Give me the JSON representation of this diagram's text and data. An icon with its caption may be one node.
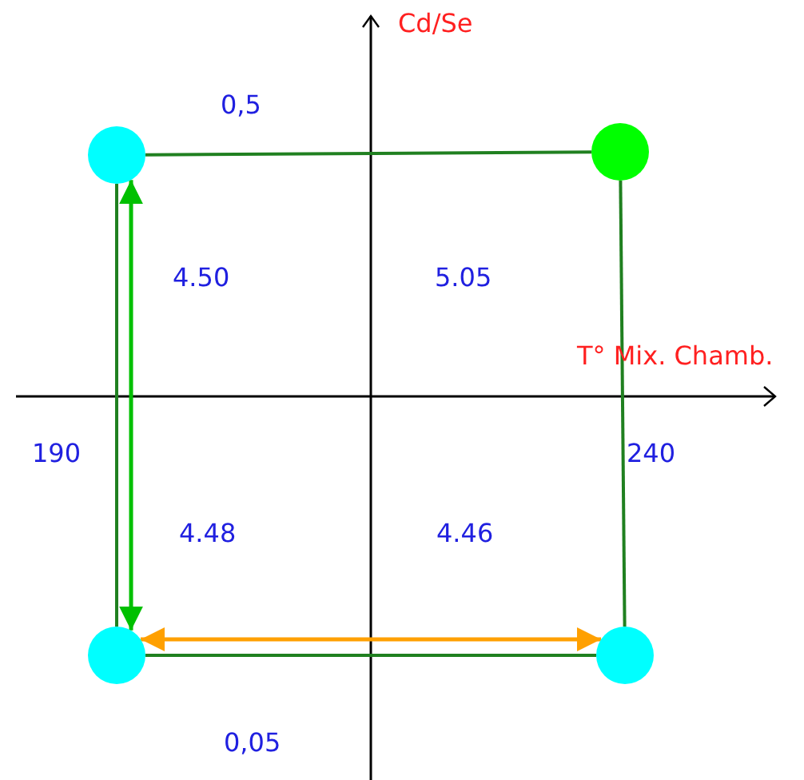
{
  "diagram": {
    "nodes": [
      {
        "text": [],
        "shape": "circle"
      },
      {
        "text": [],
        "shape": "circle"
      },
      {
        "text": [],
        "shape": "circle"
      },
      {
        "text": [],
        "shape": "circle"
      }
    ],
    "edges": [
      {
        "from": 0,
        "to": 1,
        "arrow": "none"
      },
      {
        "from": 1,
        "to": 3,
        "arrow": "none"
      },
      {
        "from": 3,
        "to": 2,
        "arrow": "none"
      },
      {
        "from": 2,
        "to": 0,
        "arrow": "none"
      },
      {
        "from": 0,
        "to": 2,
        "arrow": "both",
        "color": "#00c000"
      },
      {
        "from": 2,
        "to": 3,
        "arrow": "both",
        "color": "#ffa000"
      }
    ],
    "labels": [
      "Cd/Se",
      "0,5",
      "4.50",
      "5.05",
      "T° Mix. Chamb.",
      "190",
      "240",
      "4.48",
      "4.46",
      "0,05"
    ]
  }
}
